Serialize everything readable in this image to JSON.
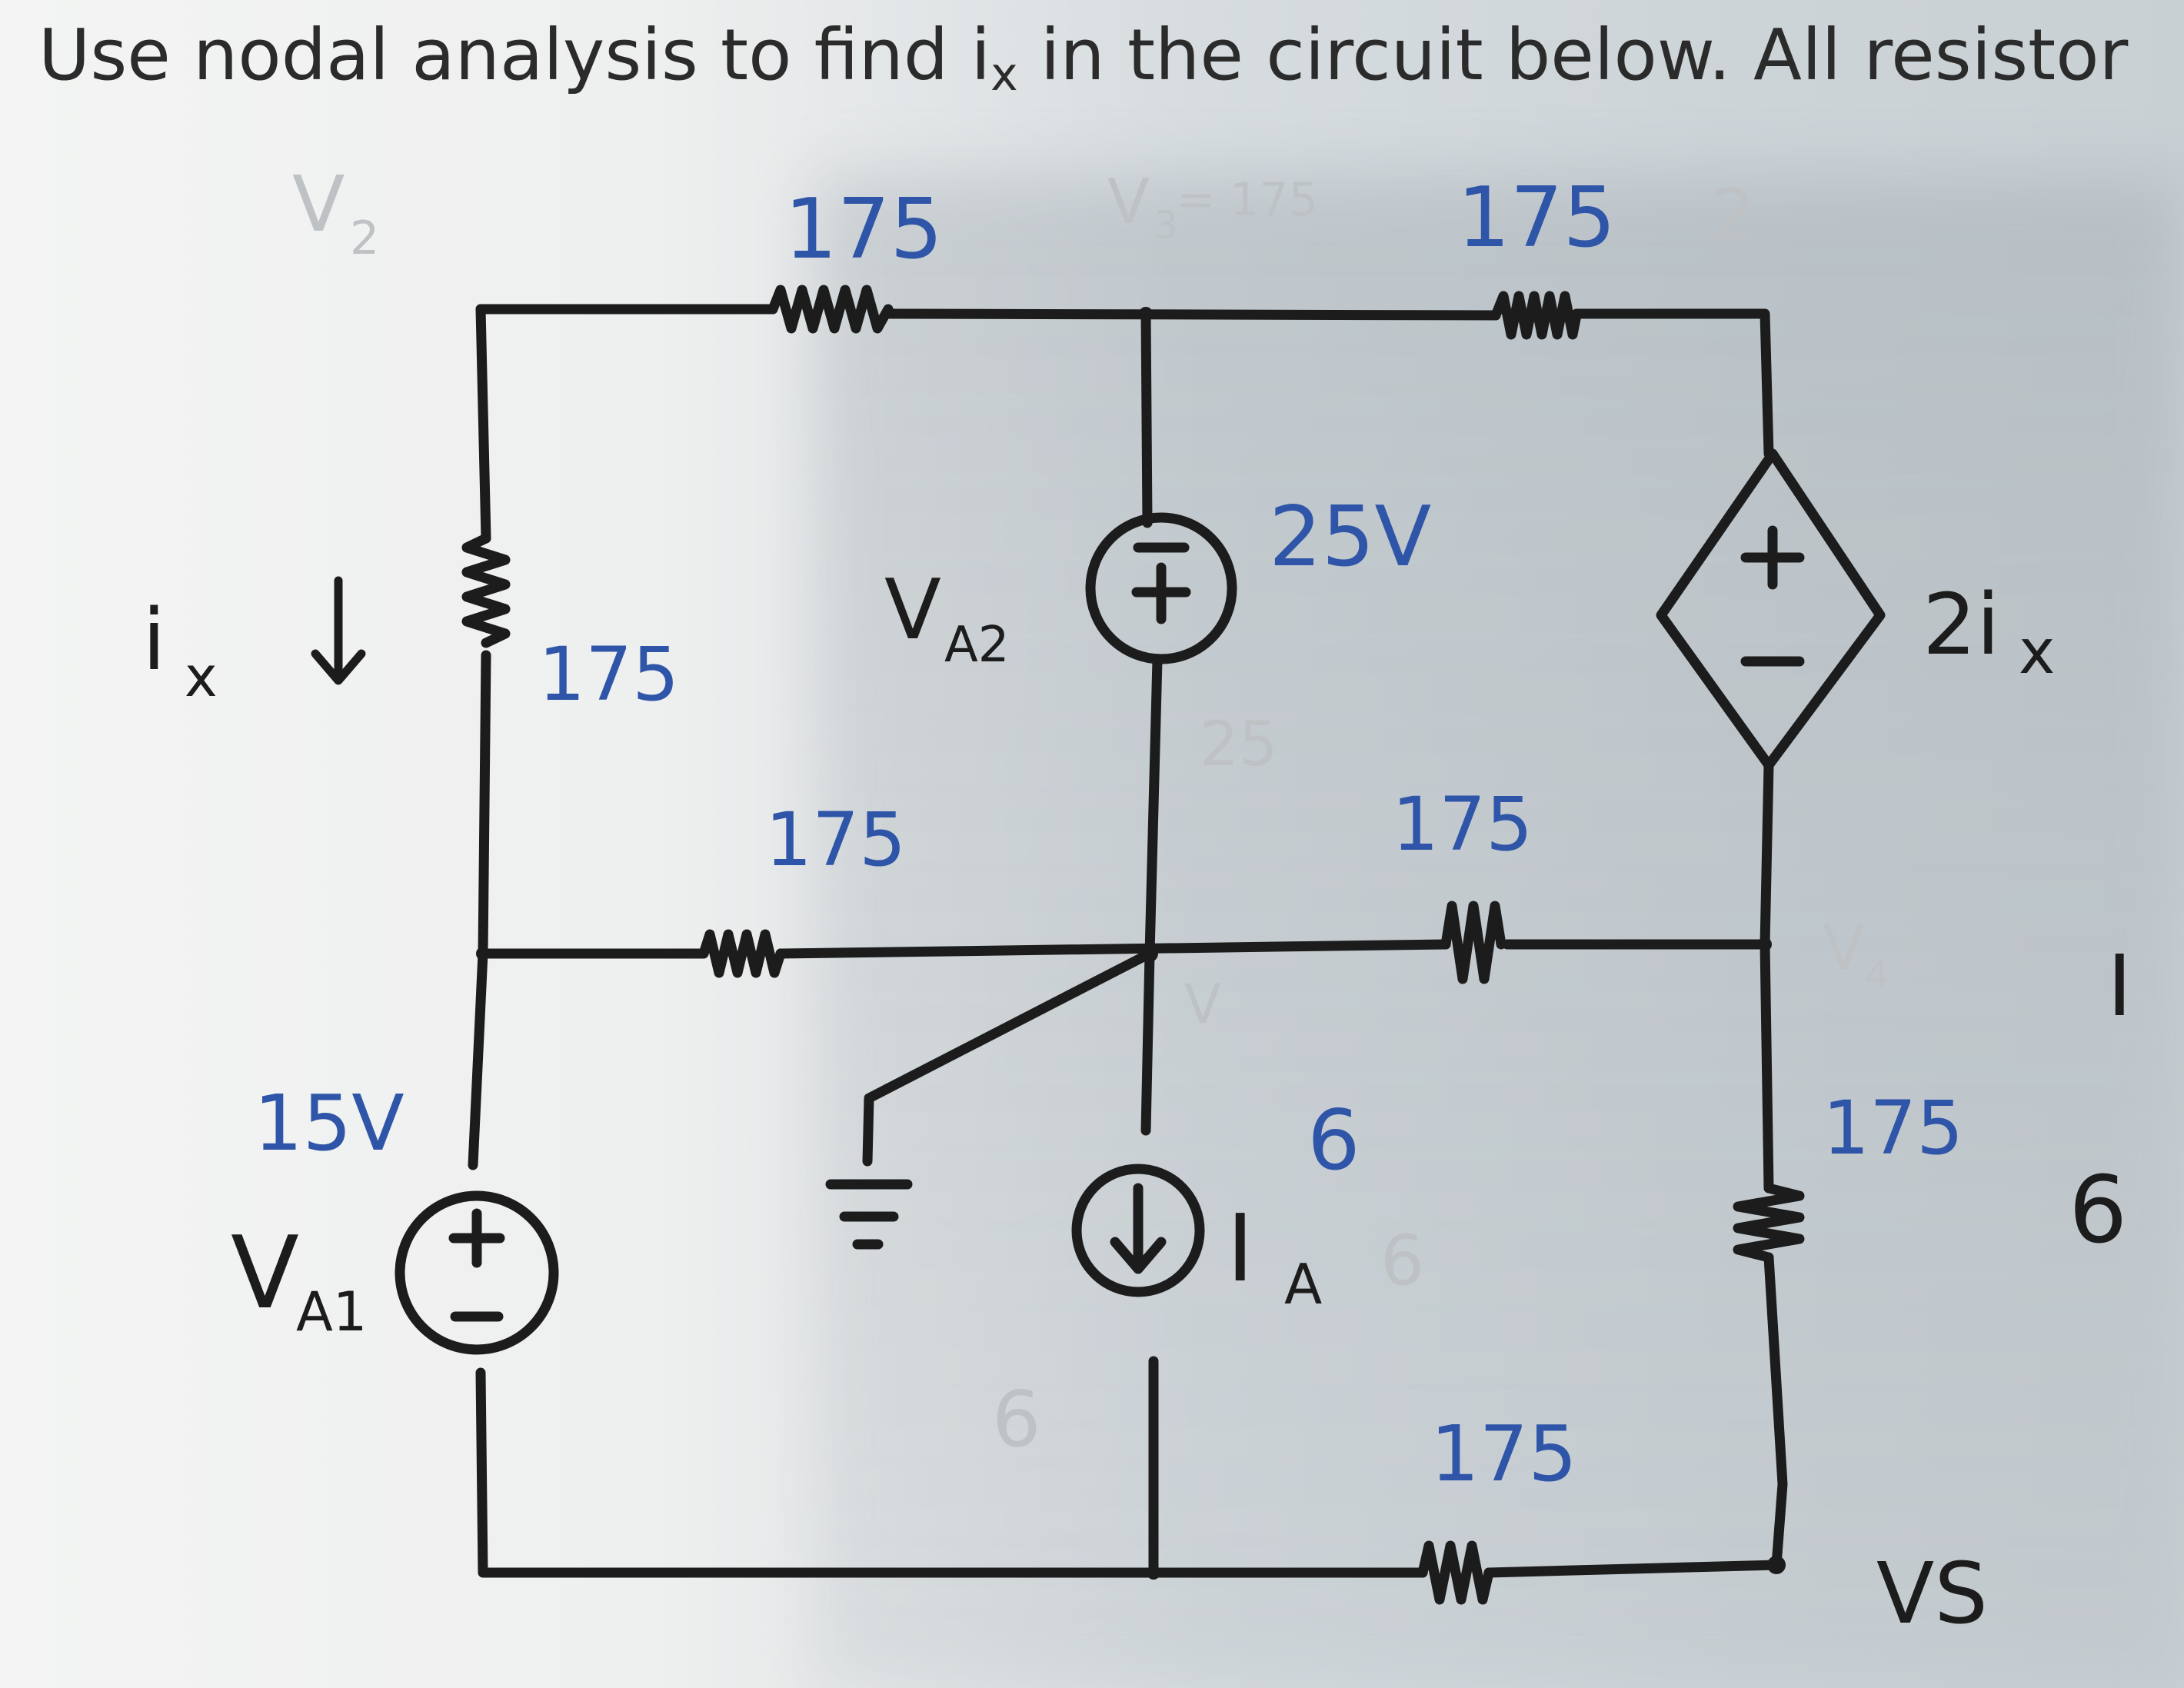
{
  "title": {
    "text_before": "Use nodal analysis to find i",
    "subscript": "x",
    "text_after": " in the circuit below. All resistor"
  },
  "labels": {
    "top_left_res": "175",
    "top_right_res": "175",
    "top_right_extra": "2",
    "left_res": "175",
    "mid_left_res": "175",
    "mid_right_res": "175",
    "right_res": "175",
    "bottom_res": "175",
    "v2_note": "V",
    "v2_sub": "2",
    "v3_note": "V",
    "v3_sub": "3",
    "v3_extra": "= 175",
    "ix_label": "i",
    "ix_sub": "x",
    "va2_main": "V",
    "va2_sub": "A2",
    "v25": "25V",
    "v15": "15V",
    "va1_main": "V",
    "va1_sub": "A1",
    "ia_main": "I",
    "ia_sub": "A",
    "ia_value": "6",
    "ia_value_faint": "6",
    "dep_label": "2i",
    "dep_sub": "x",
    "v4_note": "V",
    "v4_sub": "4",
    "right_i": "I",
    "right_6": "6",
    "vs": "VS",
    "faint_25": "25",
    "faint_6": "6",
    "faint_v": "V"
  },
  "colors": {
    "ink": "#1c1c1c",
    "blue": "#2f55a8",
    "faint": "#bfc2c4",
    "paper": "#eeefef"
  }
}
